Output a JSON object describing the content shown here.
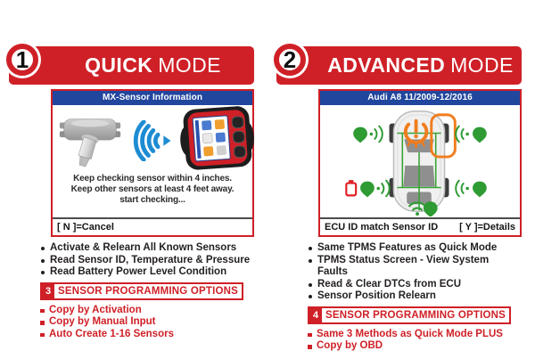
{
  "colors": {
    "accent_red": "#CF2027",
    "title_bar_blue": "#21469E",
    "signal_blue": "#1E8CD3",
    "sensor_green": "#2E9B33",
    "warning_orange": "#F07D1E"
  },
  "panels": [
    {
      "number": "1",
      "title_bold": "QUICK",
      "title_light": "MODE",
      "screen": {
        "title": "MX-Sensor Information",
        "messages": [
          "Keep checking sensor within 4 inches.",
          "Keep other sensors at least 4 feet away.",
          "start checking..."
        ],
        "footer_left": "[ N ]=Cancel",
        "footer_right": ""
      },
      "features": [
        "Activate & Relearn All Known Sensors",
        "Read Sensor ID, Temperature & Pressure",
        "Read Battery Power Level Condition"
      ],
      "options_number": "3",
      "options_title": "SENSOR PROGRAMMING OPTIONS",
      "options": [
        "Copy by Activation",
        "Copy by Manual Input",
        "Auto Create 1-16 Sensors"
      ]
    },
    {
      "number": "2",
      "title_bold": "ADVANCED",
      "title_light": "MODE",
      "screen": {
        "title": "Audi A8 11/2009-12/2016",
        "footer_left": "ECU ID match Sensor ID",
        "footer_right": "[ Y ]=Details"
      },
      "features": [
        "Same TPMS Features as Quick Mode",
        "TPMS Status Screen - View System Faults",
        "Read & Clear DTCs from ECU",
        "Sensor Position Relearn"
      ],
      "options_number": "4",
      "options_title": "SENSOR PROGRAMMING OPTIONS",
      "options": [
        "Same 3 Methods as Quick Mode PLUS",
        "Copy by OBD"
      ]
    }
  ]
}
